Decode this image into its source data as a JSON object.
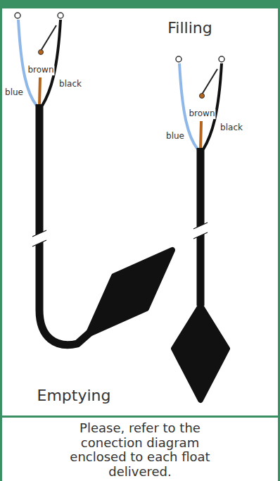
{
  "diagram": {
    "caption": "Please, refer to the conection diagram enclosed to each float delivered.",
    "labels": [
      "brown",
      "blue",
      "black",
      "Filling",
      "brown",
      "blue",
      "black",
      "Emptying"
    ]
  }
}
